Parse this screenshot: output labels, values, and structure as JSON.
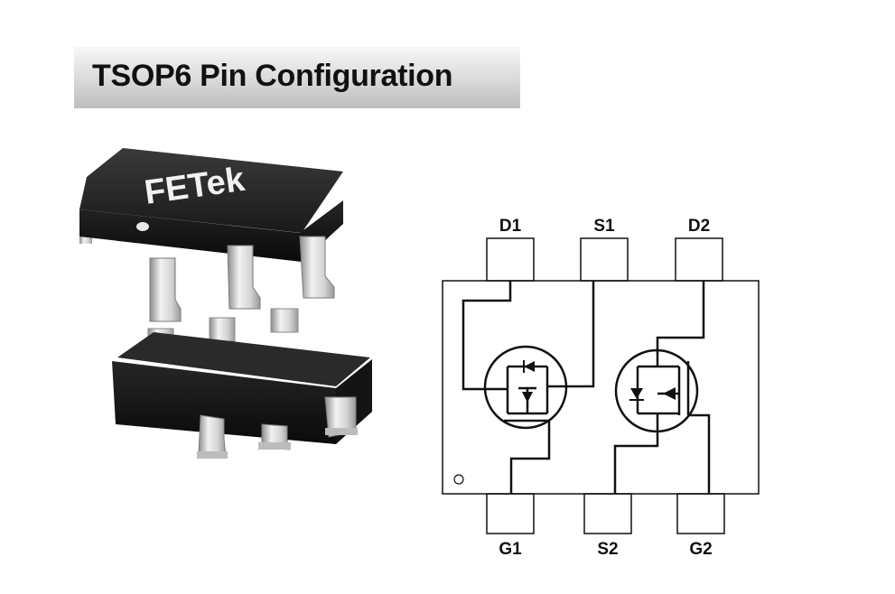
{
  "title": "TSOP6 Pin Configuration",
  "package": {
    "marking": "FETek"
  },
  "pins": {
    "top": [
      "D1",
      "S1",
      "D2"
    ],
    "bottom": [
      "G1",
      "S2",
      "G2"
    ]
  }
}
